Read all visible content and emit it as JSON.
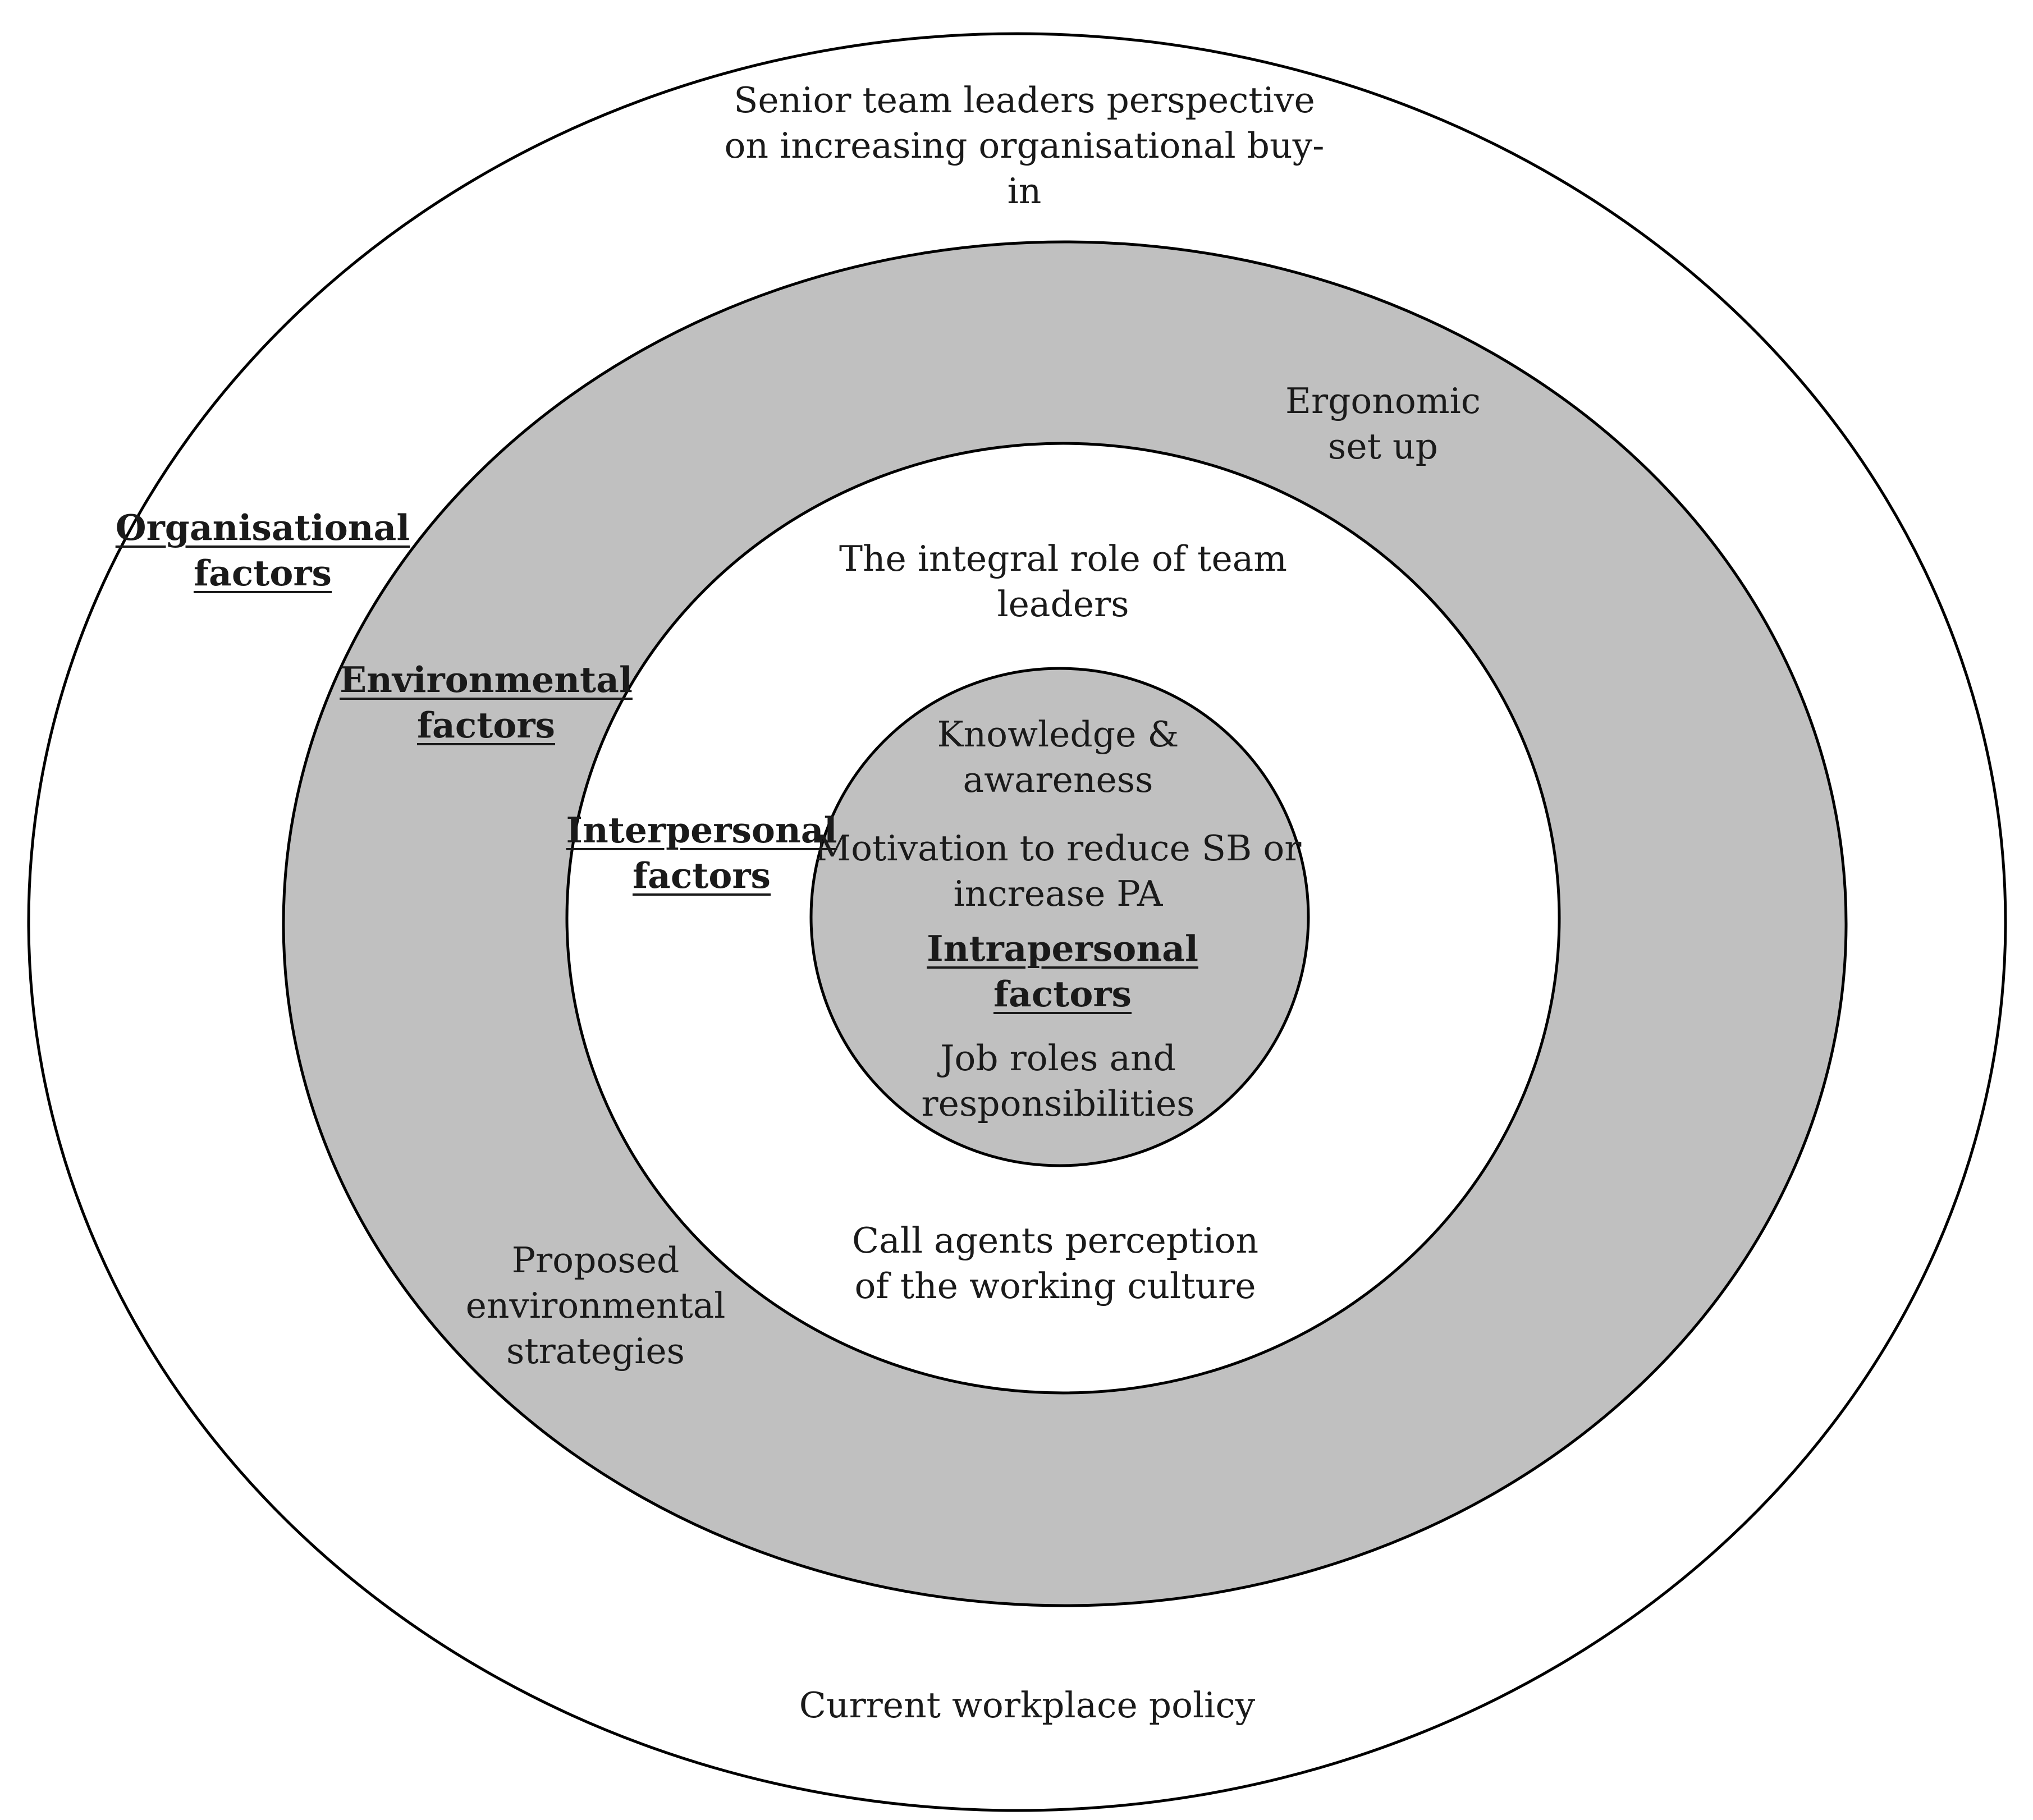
{
  "colors": {
    "ring_fill": "#c0c0c0",
    "background": "#ffffff",
    "stroke": "#000000"
  },
  "layers": {
    "organisational": {
      "heading": [
        "Organisational",
        "factors"
      ],
      "items": [
        [
          "Senior team leaders perspective",
          "on increasing organisational buy-",
          "in"
        ],
        [
          "Current workplace policy"
        ]
      ]
    },
    "environmental": {
      "heading": [
        "Environmental",
        "factors"
      ],
      "items": [
        [
          "Ergonomic",
          "set up"
        ],
        [
          "Proposed",
          "environmental",
          "strategies"
        ]
      ]
    },
    "interpersonal": {
      "heading": [
        "Interpersonal",
        "factors"
      ],
      "items": [
        [
          "The integral role of team",
          "leaders"
        ],
        [
          "Call agents perception",
          "of the working  culture"
        ]
      ]
    },
    "intrapersonal": {
      "heading": [
        "Intrapersonal",
        "factors"
      ],
      "items": [
        [
          "Knowledge &",
          "awareness"
        ],
        [
          "Motivation to reduce SB or",
          "increase PA"
        ],
        [
          "Job roles and",
          "responsibilities"
        ]
      ]
    }
  }
}
